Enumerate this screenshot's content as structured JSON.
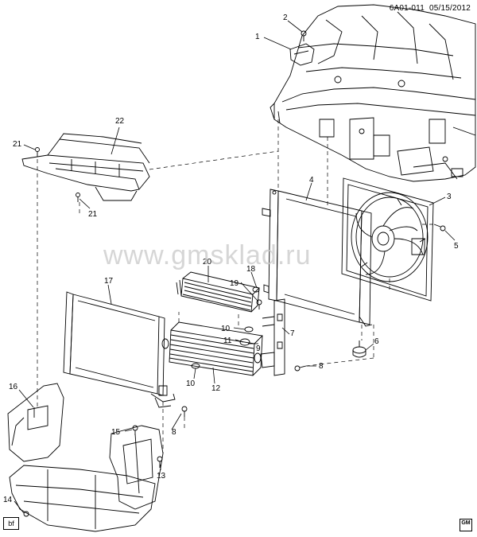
{
  "header": {
    "code": "6A01-011",
    "date": "05/15/2012"
  },
  "watermark": "www.gmsklad.ru",
  "view_tag": "bf",
  "logo": "GM",
  "callouts": {
    "c1": "1",
    "c2": "2",
    "c3": "3",
    "c4": "4",
    "c5": "5",
    "c6": "6",
    "c7": "7",
    "c8a": "8",
    "c8b": "8",
    "c9": "9",
    "c10a": "10",
    "c10b": "10",
    "c11": "11",
    "c12": "12",
    "c13": "13",
    "c14": "14",
    "c15": "15",
    "c16": "16",
    "c17": "17",
    "c18": "18",
    "c19": "19",
    "c20": "20",
    "c21a": "21",
    "c21b": "21",
    "c22": "22"
  }
}
